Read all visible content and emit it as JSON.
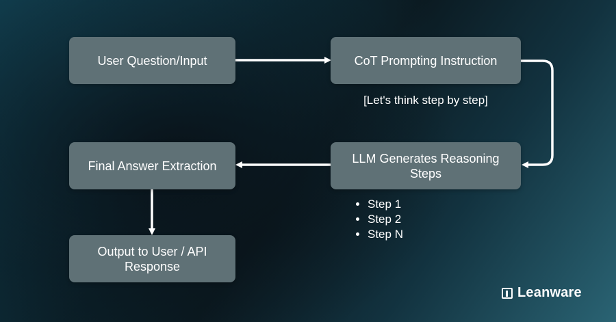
{
  "nodes": {
    "user_question": "User Question/Input",
    "cot_instruction": "CoT Prompting Instruction",
    "llm_steps": "LLM Generates Reasoning Steps",
    "final_answer": "Final Answer Extraction",
    "output": "Output to User / API Response"
  },
  "annotations": {
    "cot_note": "[Let's think step by step]",
    "steps": [
      "Step 1",
      "Step 2",
      "Step N"
    ]
  },
  "brand": {
    "name": "Leanware"
  },
  "colors": {
    "box_fill": "#5f7176",
    "arrow": "#ffffff",
    "text": "#ffffff"
  }
}
